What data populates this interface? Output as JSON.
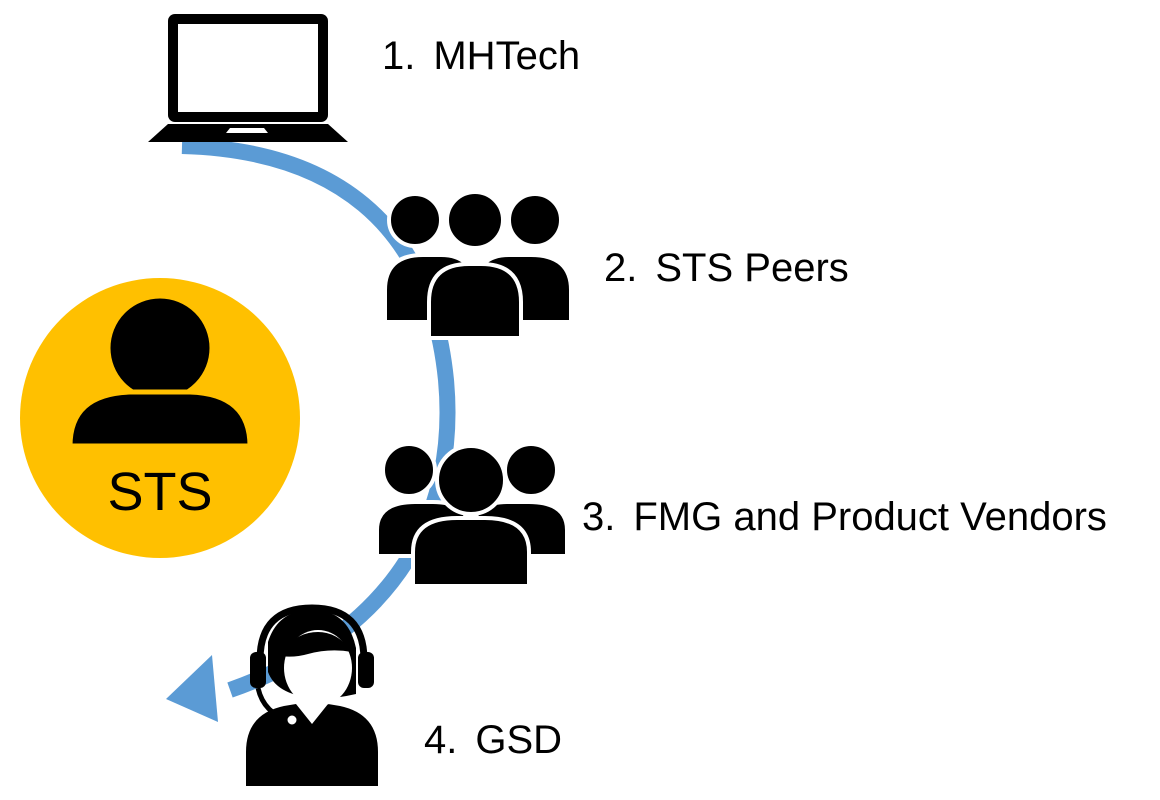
{
  "center": {
    "label": "STS",
    "circle_color": "#FFC000",
    "icon": "user-icon"
  },
  "flow": {
    "arrow_color": "#5B9BD5",
    "steps": [
      {
        "number": "1.",
        "label": "MHTech",
        "icon": "laptop-icon"
      },
      {
        "number": "2.",
        "label": "STS Peers",
        "icon": "group-icon"
      },
      {
        "number": "3.",
        "label": "FMG and Product Vendors",
        "icon": "group-icon"
      },
      {
        "number": "4.",
        "label": "GSD",
        "icon": "headset-agent-icon"
      }
    ]
  }
}
